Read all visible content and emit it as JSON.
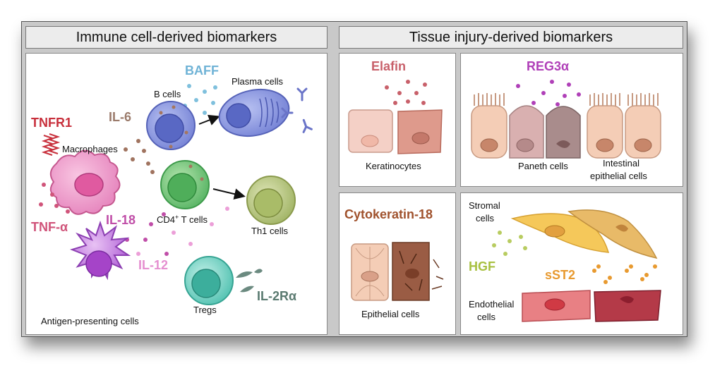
{
  "panels": {
    "immune_title": "Immune cell-derived biomarkers",
    "tissue_title": "Tissue injury-derived biomarkers"
  },
  "immune": {
    "baff": "BAFF",
    "plasma_cells": "Plasma cells",
    "b_cells": "B cells",
    "il6": "IL-6",
    "tnfr1": "TNFR1",
    "macrophages": "Macrophages",
    "cd4_t_cells_main": "CD4",
    "cd4_t_cells_sup": "+",
    "cd4_t_cells_rest": " T cells",
    "th1_cells": "Th1 cells",
    "il18": "IL-18",
    "tnf_alpha": "TNF-α",
    "il12": "IL-12",
    "tregs": "Tregs",
    "il2ra": "IL-2Rα",
    "apc": "Antigen-presenting cells"
  },
  "tissue": {
    "elafin": "Elafin",
    "keratinocytes": "Keratinocytes",
    "reg3a": "REG3α",
    "paneth_cells": "Paneth cells",
    "intestinal_line1": "Intestinal",
    "intestinal_line2": "epithelial cells",
    "cytokeratin18": "Cytokeratin-18",
    "epithelial_cells": "Epithelial cells",
    "stromal_line1": "Stromal",
    "stromal_line2": "cells",
    "hgf": "HGF",
    "sst2": "sST2",
    "endothelial_line1": "Endothelial",
    "endothelial_line2": "cells"
  },
  "colors": {
    "tnfr1": "#c8303c",
    "il6": "#9b7b6b",
    "baff": "#6fb3d6",
    "il18": "#c04ea8",
    "tnf_alpha": "#d0547a",
    "il12": "#e58fd0",
    "il2ra": "#5a7a70",
    "elafin": "#c8606a",
    "reg3a": "#b040b8",
    "cytokeratin18": "#a0522d",
    "hgf": "#a8c040",
    "sst2": "#e89a30"
  }
}
